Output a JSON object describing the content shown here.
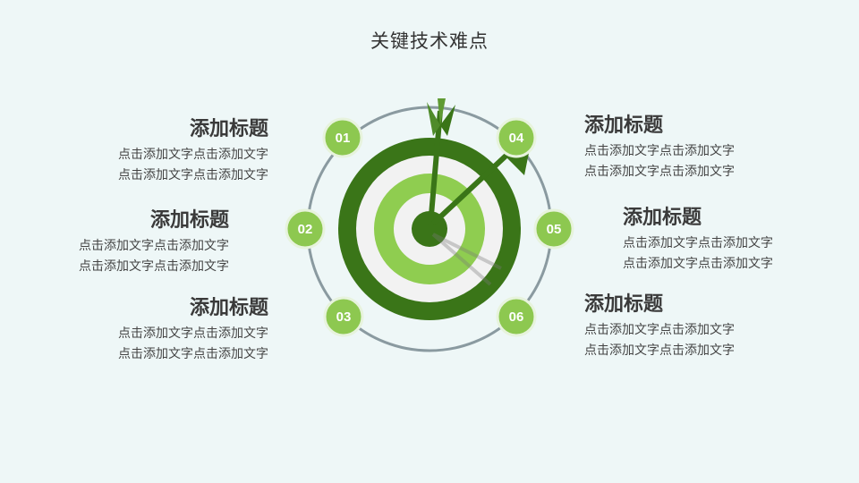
{
  "title": "关键技术难点",
  "items": [
    {
      "num": "01",
      "heading": "添加标题",
      "line1": "点击添加文字点击添加文字",
      "line2": "点击添加文字点击添加文字"
    },
    {
      "num": "02",
      "heading": "添加标题",
      "line1": "点击添加文字点击添加文字",
      "line2": "点击添加文字点击添加文字"
    },
    {
      "num": "03",
      "heading": "添加标题",
      "line1": "点击添加文字点击添加文字",
      "line2": "点击添加文字点击添加文字"
    },
    {
      "num": "04",
      "heading": "添加标题",
      "line1": "点击添加文字点击添加文字",
      "line2": "点击添加文字点击添加文字"
    },
    {
      "num": "05",
      "heading": "添加标题",
      "line1": "点击添加文字点击添加文字",
      "line2": "点击添加文字点击添加文字"
    },
    {
      "num": "06",
      "heading": "添加标题",
      "line1": "点击添加文字点击添加文字",
      "line2": "点击添加文字点击添加文字"
    }
  ],
  "colors": {
    "background": "#eef7f7",
    "dark_green": "#3a7518",
    "light_green": "#8fcd50",
    "badge_green": "#8dc850",
    "ring_gray": "#8a9aa0",
    "target_white": "#f2f2f2"
  },
  "icons": [
    "target-icon",
    "arrow-icon"
  ]
}
